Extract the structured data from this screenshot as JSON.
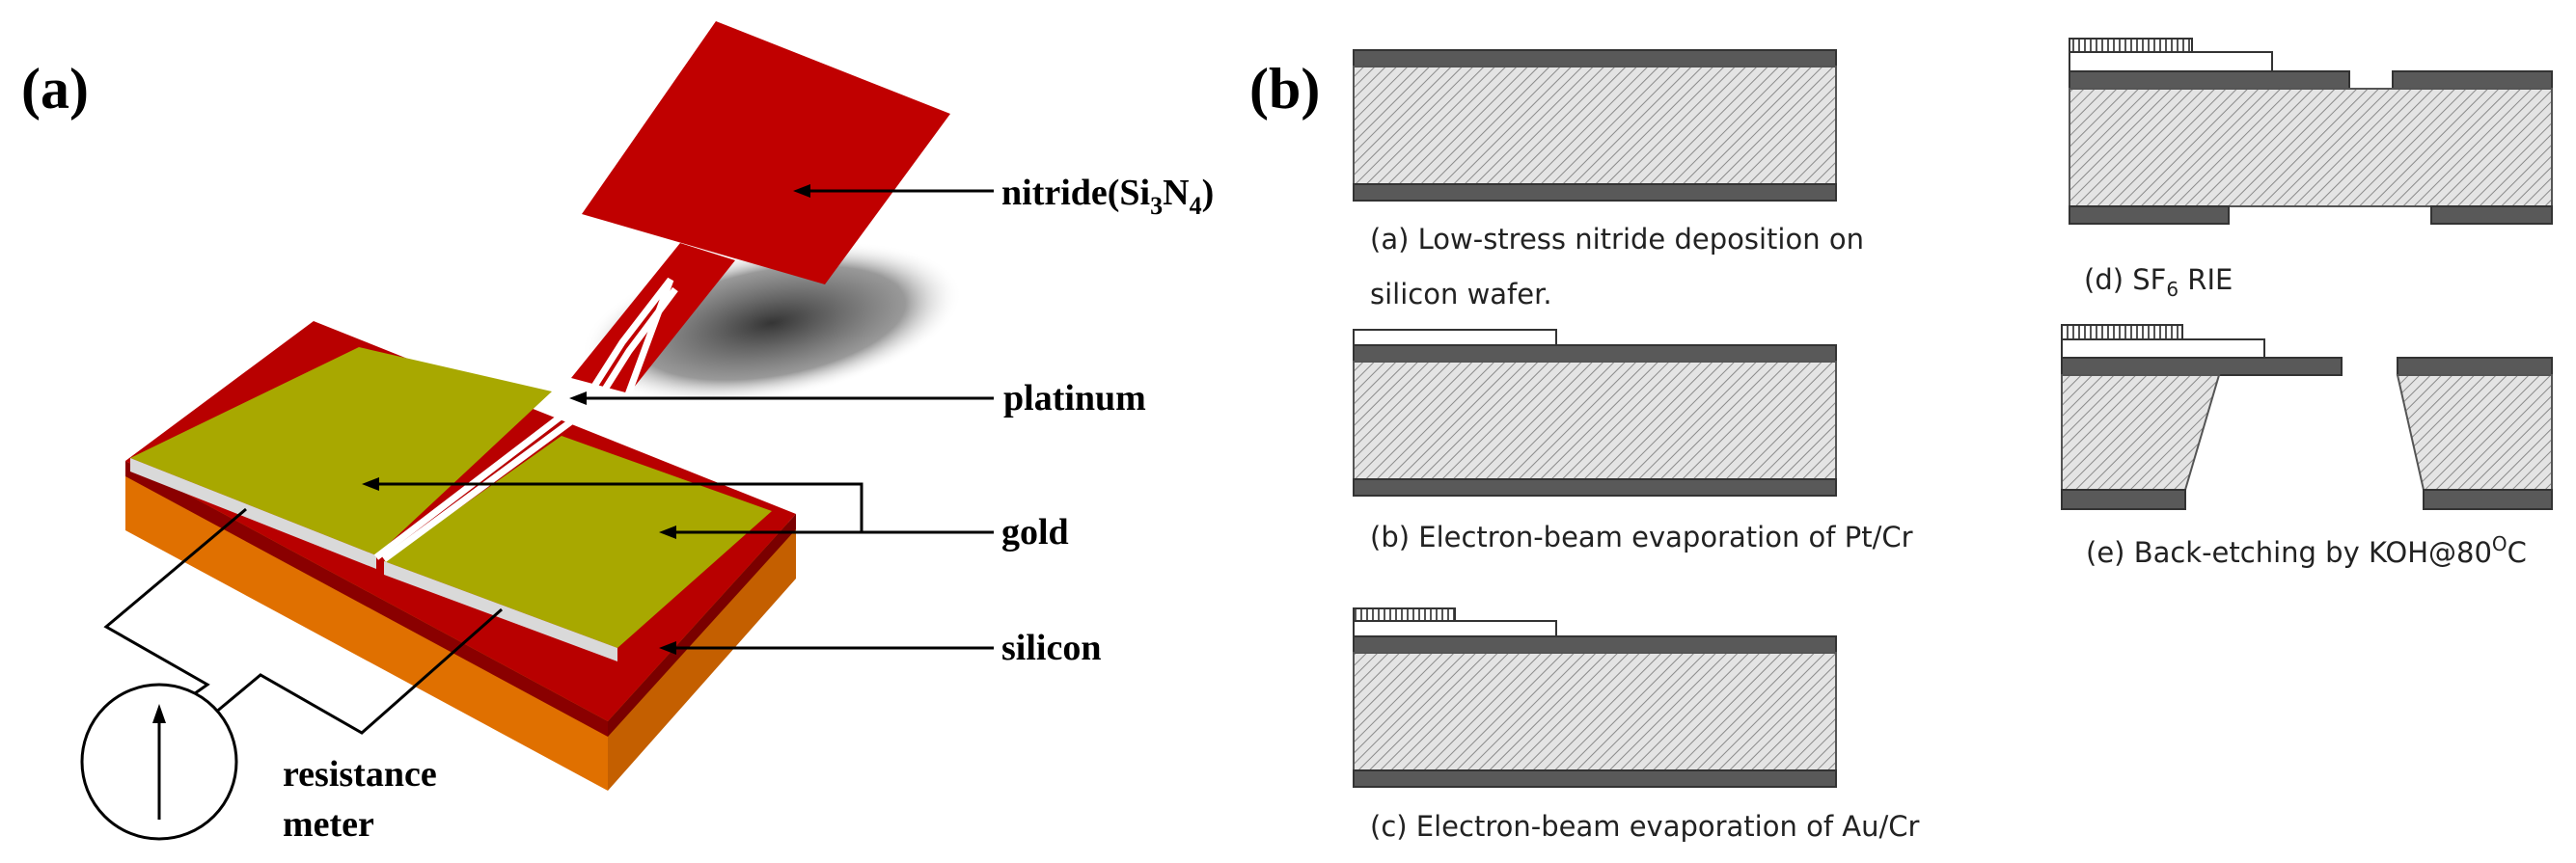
{
  "panel_a": {
    "tag": "(a)",
    "labels": {
      "nitride": "nitride(Si",
      "nitride_sub1": "3",
      "nitride_mid": "N",
      "nitride_sub2": "4",
      "nitride_end": ")",
      "platinum": "platinum",
      "gold": "gold",
      "silicon": "silicon",
      "meter_line1": "resistance",
      "meter_line2": "meter"
    },
    "colors": {
      "nitride": "#b80000",
      "gold": "#a8a800",
      "silicon": "#e07000",
      "platinum": "#ffffff"
    }
  },
  "panel_b": {
    "tag": "(b)",
    "steps": {
      "a_line1": "(a) Low-stress nitride deposition on",
      "a_line2": "silicon wafer.",
      "b": "(b) Electron-beam evaporation of Pt/Cr",
      "c": "(c) Electron-beam evaporation of Au/Cr",
      "d_pre": "(d) SF",
      "d_sub": "6",
      "d_post": " RIE",
      "e_pre": "(e) Back-etching by KOH@80",
      "e_sup": "O",
      "e_post": "C"
    }
  }
}
